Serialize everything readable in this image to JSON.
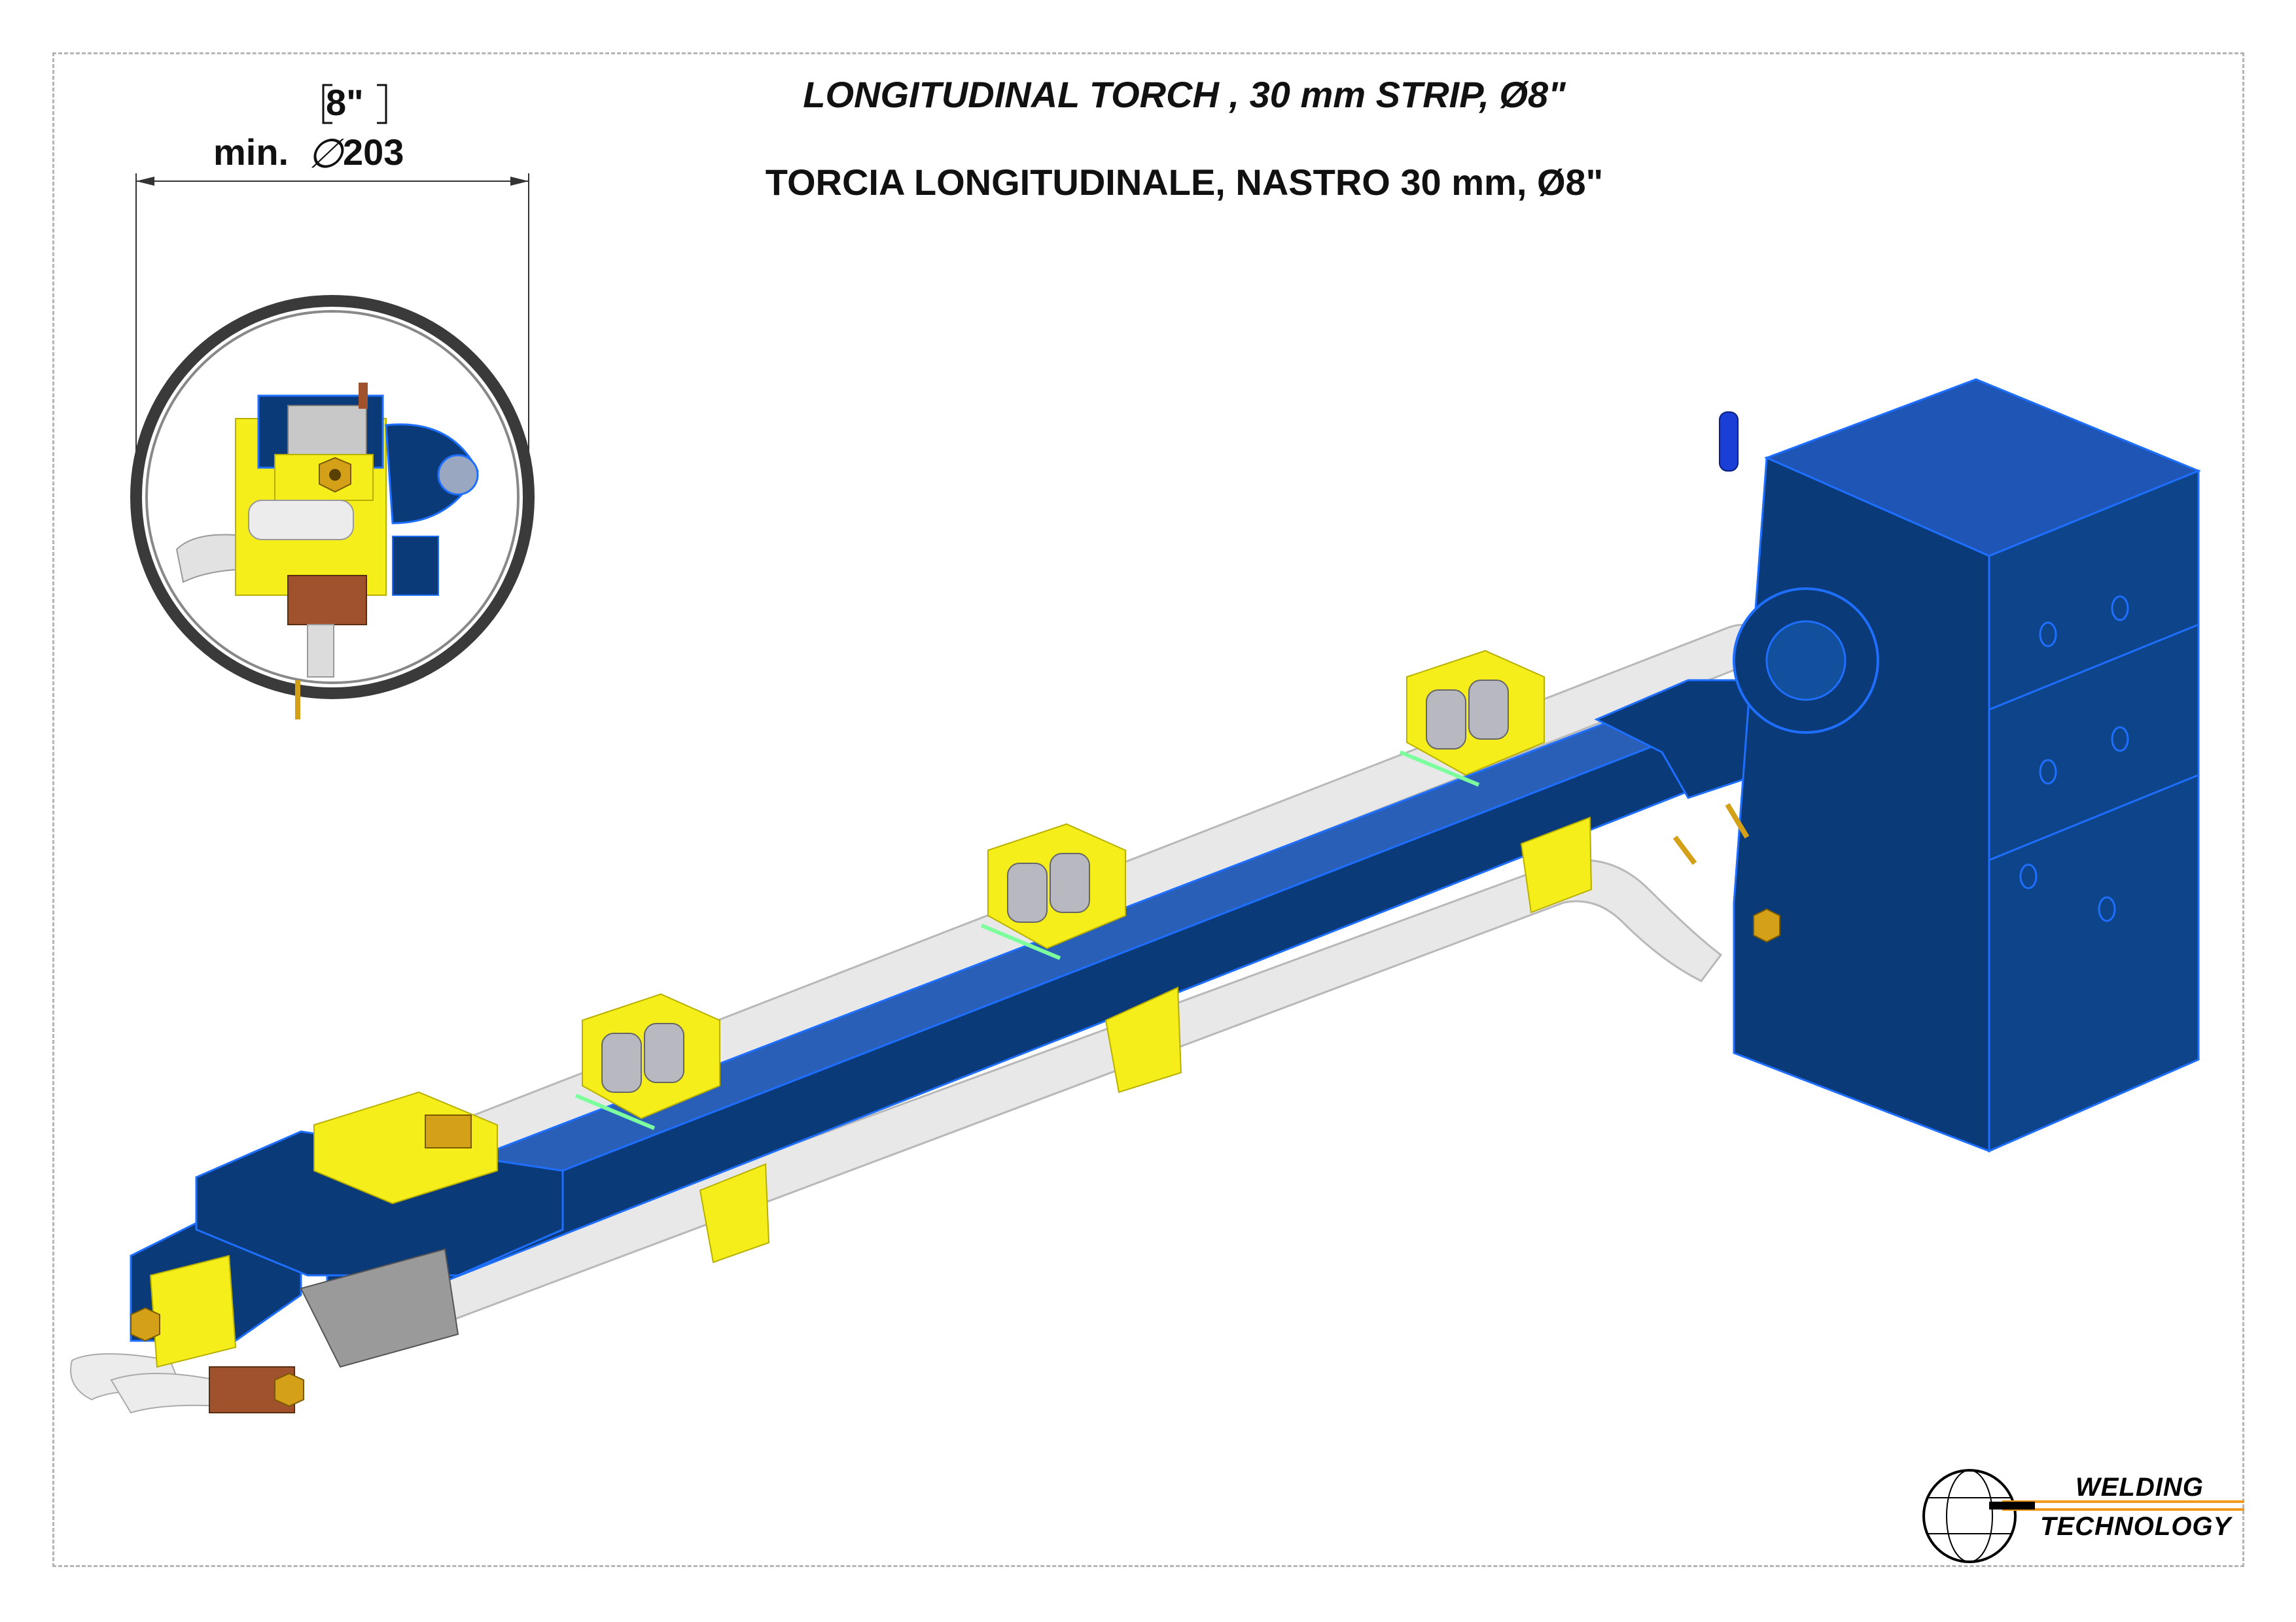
{
  "title_en": "LONGITUDINAL TORCH , 30 mm STRIP, Ø8\"",
  "title_it": "TORCIA LONGITUDINALE, NASTRO 30 mm, Ø8\"",
  "dimension": {
    "imperial": "8\"",
    "prefix": "min.",
    "symbol": "∅",
    "value": "203"
  },
  "logo": {
    "line1": "WELDING",
    "line2": "TECHNOLOGY"
  },
  "colors": {
    "body_blue": "#0b3a78",
    "edge_blue": "#1e6fff",
    "clamp_yellow": "#f5ee1a",
    "tube_white": "#e8e8e8",
    "copper": "#a0522d",
    "brass": "#d4a017",
    "handle_blue": "#1a3fd6",
    "logo_orange": "#f29a1d"
  }
}
